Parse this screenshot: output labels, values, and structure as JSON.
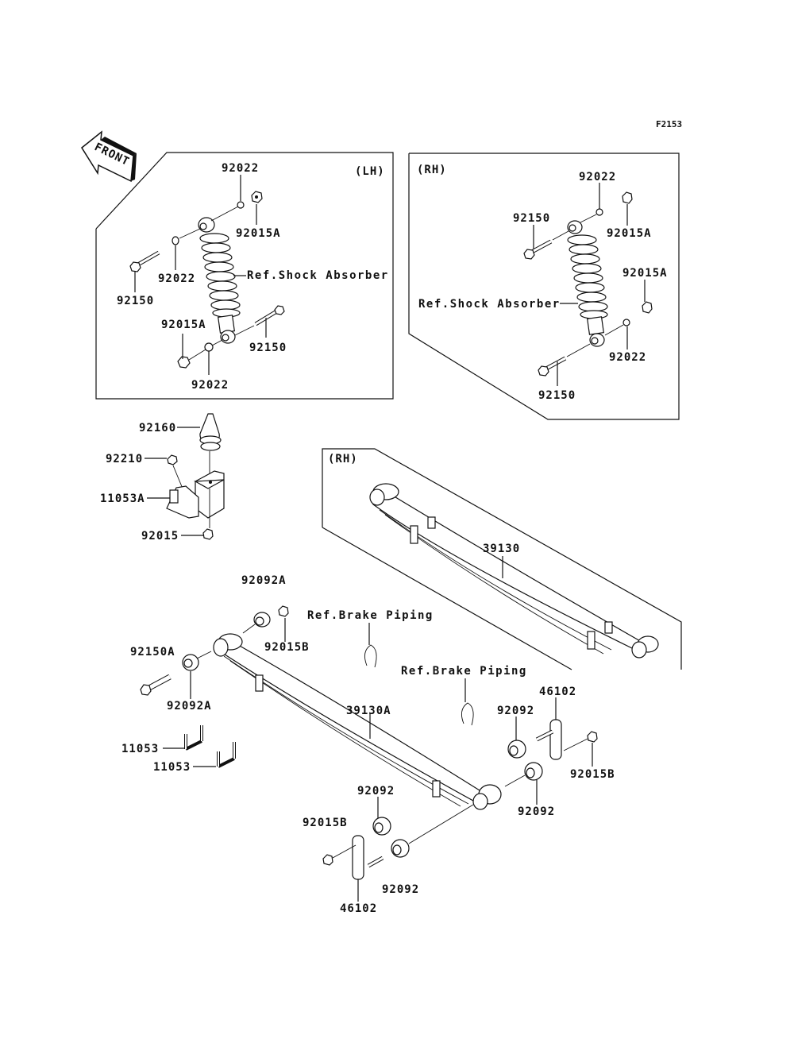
{
  "figure_code": "F2153",
  "front_arrow": {
    "label": "FRONT",
    "icon": "front-direction-arrow-icon"
  },
  "shock_lh": {
    "side": "(LH)",
    "ref_label": "Ref.Shock Absorber",
    "parts": [
      "92022",
      "92015A",
      "92022",
      "92150",
      "92015A",
      "92150",
      "92022"
    ]
  },
  "shock_rh": {
    "side": "(RH)",
    "ref_label": "Ref.Shock Absorber",
    "parts": [
      "92022",
      "92150",
      "92015A",
      "92015A",
      "92022",
      "92150"
    ]
  },
  "bumper": {
    "parts": [
      "92160",
      "92210",
      "11053A",
      "92015"
    ]
  },
  "spring_rh": {
    "side": "(RH)",
    "parts": [
      "39130"
    ]
  },
  "spring_lh": {
    "parts": [
      "92092A",
      "92015B",
      "92150A",
      "92092A",
      "11053",
      "11053",
      "39130A",
      "92092",
      "46102",
      "92015B",
      "92092",
      "92092",
      "92015B",
      "46102",
      "92092"
    ]
  },
  "brake_refs": [
    "Ref.Brake Piping",
    "Ref.Brake Piping"
  ]
}
